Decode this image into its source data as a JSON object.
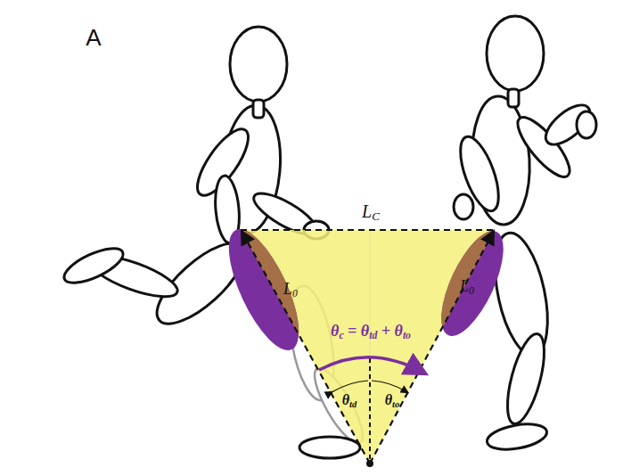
{
  "diagram": {
    "labels": [
      "A",
      "LC",
      "L0",
      "L0",
      "θc = θtd + θto",
      "θtd",
      "θto"
    ]
  }
}
